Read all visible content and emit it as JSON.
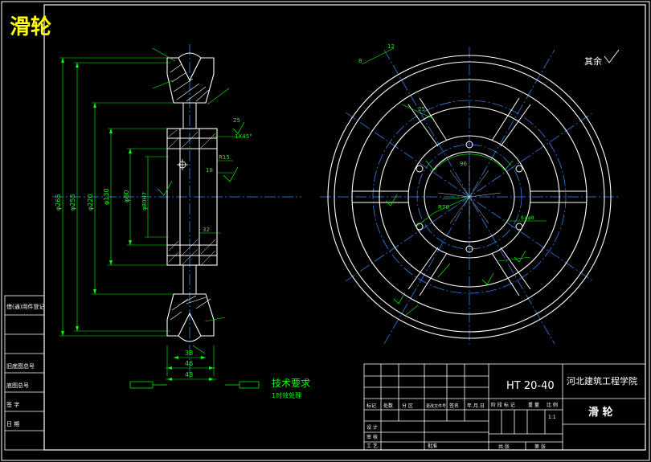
{
  "drawing": {
    "title_overlay": "滑轮",
    "tech_requirements_title": "技术要求",
    "tech_requirements_items": [
      "1时效处理"
    ],
    "roughness_note": "其余",
    "colors": {
      "background": "#000000",
      "outline": "#ffffff",
      "dimension": "#00ff00",
      "centerline": "#3a8cff",
      "text_yellow": "#ffff00",
      "text_green": "#00ff00",
      "hatch": "#ffffff"
    }
  },
  "section_view": {
    "dimensions": {
      "d_outer": "φ265",
      "d_255": "φ255",
      "d_220": "φ220",
      "d_130": "φ130",
      "d_80": "φ80",
      "d_bore": "φ80H7",
      "w_38": "38",
      "w_46": "46",
      "w_48": "48",
      "r_15": "R15",
      "n_18": "18",
      "n_32": "32",
      "chamfer": "1X45°",
      "n_25": "25"
    }
  },
  "front_view": {
    "dimensions": {
      "d_8": "8",
      "d_12": "12",
      "d_25": "25",
      "d_96": "96",
      "r_78": "R78",
      "hole": "6×φ8"
    }
  },
  "title_block": {
    "material": "HT 20-40",
    "school": "河北建筑工程学院",
    "part_name": "滑 轮",
    "drawing_no": "",
    "left_strip": [
      "借(通)用件登记",
      "旧底图总号",
      "底图总号",
      "签 字",
      "日 期"
    ],
    "rev_labels": [
      "标记",
      "处数",
      "分 区",
      "更改文件号",
      "签名",
      "年.月.日"
    ],
    "sign_rows": [
      {
        "role": "设 计",
        "name": "",
        "date": ""
      },
      {
        "role": "审 核",
        "name": "",
        "date": ""
      },
      {
        "role": "工 艺",
        "name": "",
        "date": ""
      }
    ],
    "stage_labels": [
      "阶 段 标 记",
      "重 量",
      "比 例"
    ],
    "scale": "1:1",
    "weight": "",
    "sheet_labels": [
      "共 张",
      "第 张"
    ],
    "approve": "批准"
  }
}
